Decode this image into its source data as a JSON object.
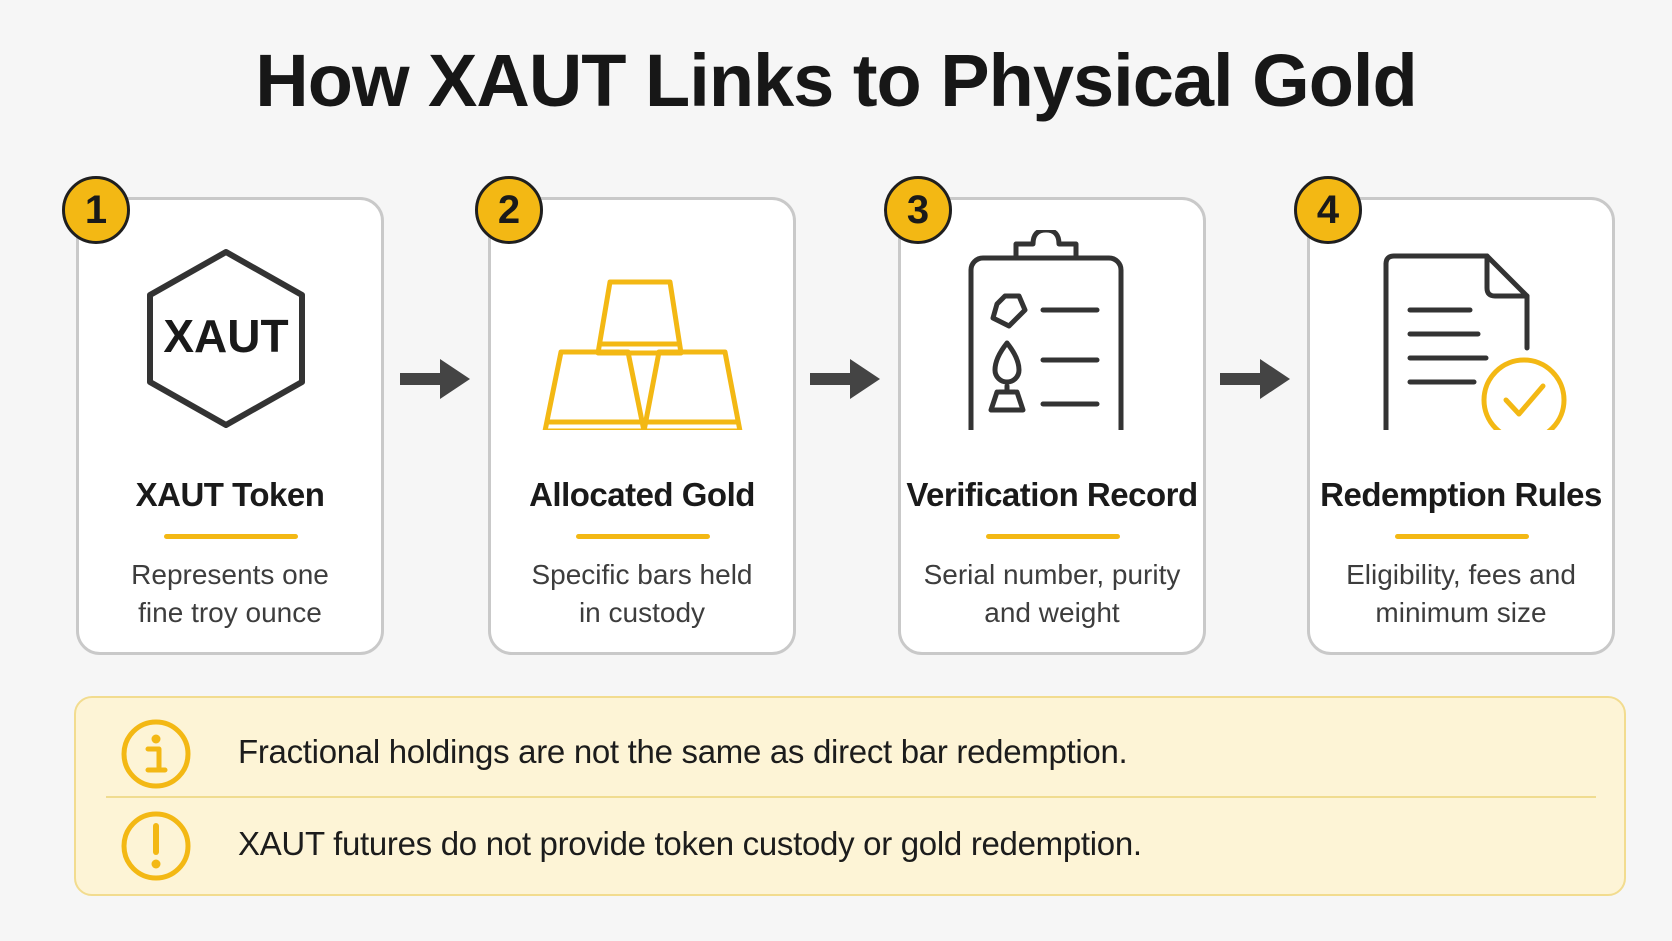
{
  "title": "How XAUT Links to Physical Gold",
  "colors": {
    "accent": "#f3b814",
    "icon_dark": "#333333",
    "note_bg": "#fdf4d6"
  },
  "steps": [
    {
      "number": "1",
      "icon": "hexagon-token-icon",
      "icon_text": "XAUT",
      "title": "XAUT Token",
      "desc_line1": "Represents one",
      "desc_line2": "fine troy ounce"
    },
    {
      "number": "2",
      "icon": "gold-bars-icon",
      "title": "Allocated Gold",
      "desc_line1": "Specific bars held",
      "desc_line2": "in custody"
    },
    {
      "number": "3",
      "icon": "clipboard-checklist-icon",
      "title": "Verification Record",
      "desc_line1": "Serial number, purity",
      "desc_line2": "and weight"
    },
    {
      "number": "4",
      "icon": "document-check-icon",
      "title": "Redemption Rules",
      "desc_line1": "Eligibility, fees and",
      "desc_line2": "minimum size"
    }
  ],
  "notes": [
    {
      "icon": "info-icon",
      "text": "Fractional holdings are not the same as direct bar redemption."
    },
    {
      "icon": "warning-icon",
      "text": "XAUT futures do not provide token custody or gold redemption."
    }
  ]
}
